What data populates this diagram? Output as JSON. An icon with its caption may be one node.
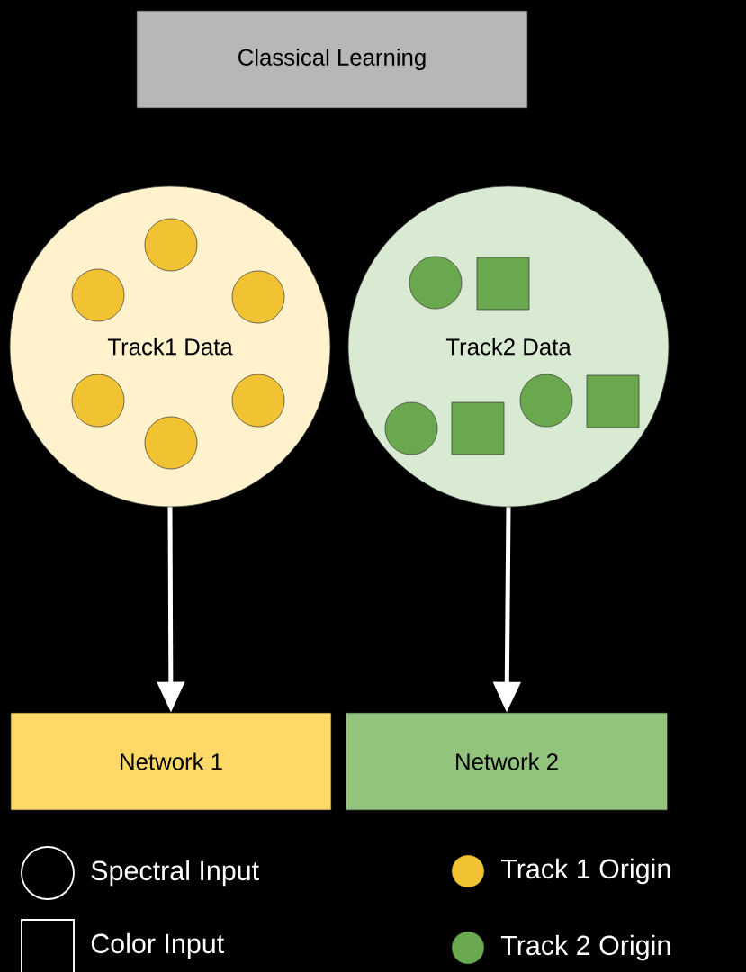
{
  "diagram": {
    "nodes": [
      {
        "text": [
          "Classical Learning"
        ]
      },
      {
        "text": [
          "Track1 Data"
        ]
      },
      {
        "text": [
          "Track2 Data"
        ]
      },
      {
        "text": [
          "Network 1"
        ]
      },
      {
        "text": [
          "Network 2"
        ]
      }
    ],
    "edges": [
      {
        "from": 1,
        "to": 3,
        "arrow": "to"
      },
      {
        "from": 2,
        "to": 4,
        "arrow": "to"
      }
    ],
    "legend": [
      {
        "text": "Spectral Input"
      },
      {
        "text": "Track 1 Origin",
        "color": "#f1c232"
      },
      {
        "text": "Color Input"
      },
      {
        "text": "Track 2 Origin",
        "color": "#6aa84f"
      }
    ]
  }
}
